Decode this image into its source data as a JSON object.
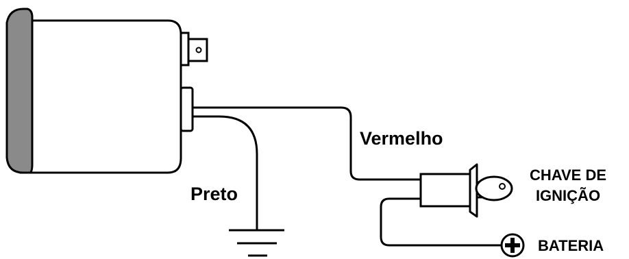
{
  "labels": {
    "red_wire": "Vermelho",
    "black_wire": "Preto",
    "ignition_line1": "CHAVE DE",
    "ignition_line2": "IGNIÇÃO",
    "battery": "BATERIA",
    "battery_symbol": "+"
  },
  "colors": {
    "bezel": "#8a8a8a",
    "housing": "#ffffff",
    "stroke": "#000000",
    "text": "#000000"
  },
  "icons": {
    "gauge": "gauge-housing",
    "terminal": "spade-terminal",
    "connector": "wire-connector",
    "switch": "ignition-switch",
    "key": "key-icon",
    "ground": "ground-symbol-icon",
    "battery": "battery-plus-icon"
  }
}
